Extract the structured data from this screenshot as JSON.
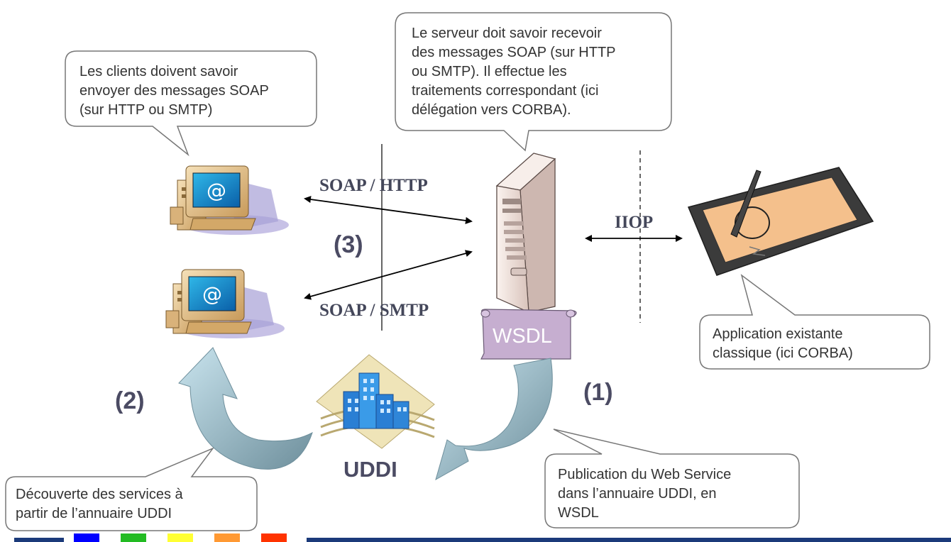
{
  "callouts": {
    "clients": "Les clients doivent savoir\nenvoyer des messages SOAP\n(sur HTTP ou SMTP)",
    "server": "Le serveur doit savoir recevoir\ndes messages SOAP (sur HTTP\nou SMTP). Il effectue les\ntraitements correspondant (ici\ndélégation vers CORBA).",
    "application": "Application existante\nclassique (ici CORBA)",
    "discovery": "Découverte des services à\npartir de l’annuaire UDDI",
    "publication": "Publication du Web Service\ndans l’annuaire UDDI, en\nWSDL"
  },
  "protocols": {
    "soap_http": "SOAP / HTTP",
    "soap_smtp": "SOAP / SMTP",
    "iiop": "IIOP"
  },
  "steps": {
    "step1": "(1)",
    "step2": "(2)",
    "step3": "(3)"
  },
  "labels": {
    "wsdl": "WSDL",
    "uddi": "UDDI"
  },
  "footer_colors": [
    "#1b3a7a",
    "#0000ff",
    "#22bb22",
    "#ffff33",
    "#ff9933",
    "#ff3300"
  ],
  "icons": [
    "computer-icon",
    "server-icon",
    "tablet-icon",
    "scroll-icon",
    "building-icon",
    "curved-arrow-icon"
  ]
}
